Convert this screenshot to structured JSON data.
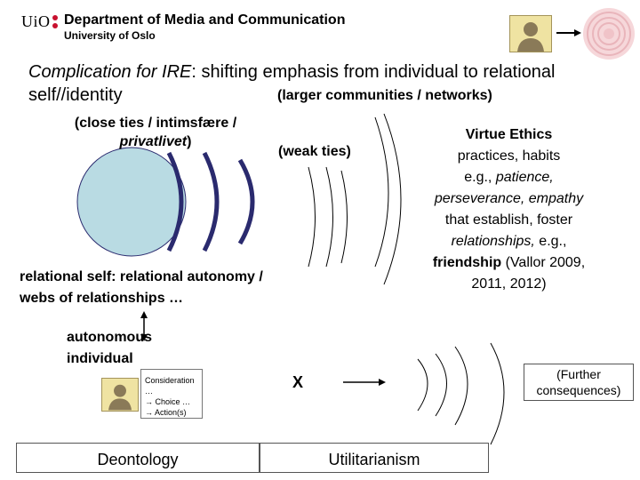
{
  "header": {
    "logo_text": "UiO",
    "department": "Department of Media and Communication",
    "university": "University of Oslo"
  },
  "title": {
    "italic_part": "Complication for IRE",
    "normal_part": ": shifting emphasis from individual to relational",
    "line2": "self//identity"
  },
  "labels": {
    "larger_communities": "(larger communities / networks)",
    "close_ties_line1": "(close ties / intimsfære /",
    "close_ties_line2_italic": "privatlivet",
    "close_ties_line2_end": ")",
    "weak_ties": "(weak ties)",
    "relational_self_line1": "relational self: relational autonomy /",
    "relational_self_line2": "webs of relationships …",
    "autonomous_line1": "autonomous",
    "autonomous_line2": "individual",
    "x_mark": "X",
    "further_line1": "(Further",
    "further_line2": "consequences)"
  },
  "virtue_ethics": {
    "heading": "Virtue Ethics",
    "l2": "practices, habits",
    "l3a": "e.g., ",
    "l3b": "patience,",
    "l4": "perseverance, empathy",
    "l5": "that establish, foster",
    "l6a": "relationships,",
    "l6b": " e.g.,",
    "l7a": "friendship",
    "l7b": " (Vallor 2009,",
    "l8": "2011, 2012)"
  },
  "consideration_box": {
    "line1": "Consideration",
    "line2": "…",
    "line3": "→ Choice …",
    "line4": "→ Action(s)"
  },
  "footer_labels": {
    "deontology": "Deontology",
    "utilitarianism": "Utilitarianism"
  },
  "colors": {
    "circle_fill": "#b9dbe3",
    "strong_arc": "#2a2a6e",
    "arrow": "#000000"
  },
  "icons": [
    "person-avatar-icon",
    "pink-circle-icon",
    "right-arrow-icon",
    "double-arrow-icon"
  ]
}
